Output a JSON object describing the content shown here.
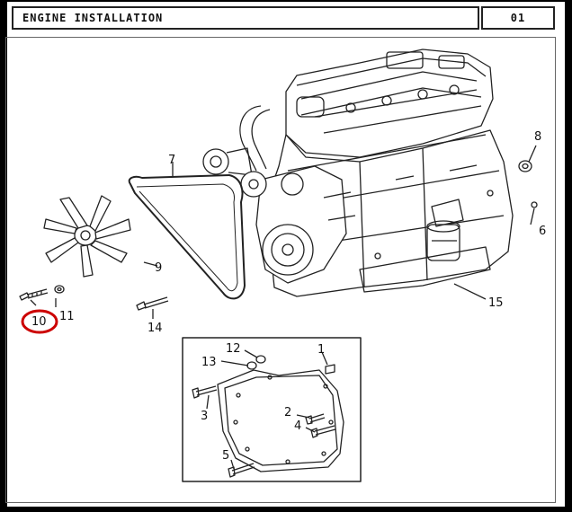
{
  "header": {
    "title": "ENGINE INSTALLATION",
    "page": "01"
  },
  "callouts": {
    "c1": "1",
    "c2": "2",
    "c3": "3",
    "c4": "4",
    "c5": "5",
    "c6": "6",
    "c7": "7",
    "c8": "8",
    "c9": "9",
    "c10": "10",
    "c11": "11",
    "c12": "12",
    "c13": "13",
    "c14": "14",
    "c15": "15"
  },
  "highlight": {
    "callout": "10",
    "color": "#cc0000"
  }
}
